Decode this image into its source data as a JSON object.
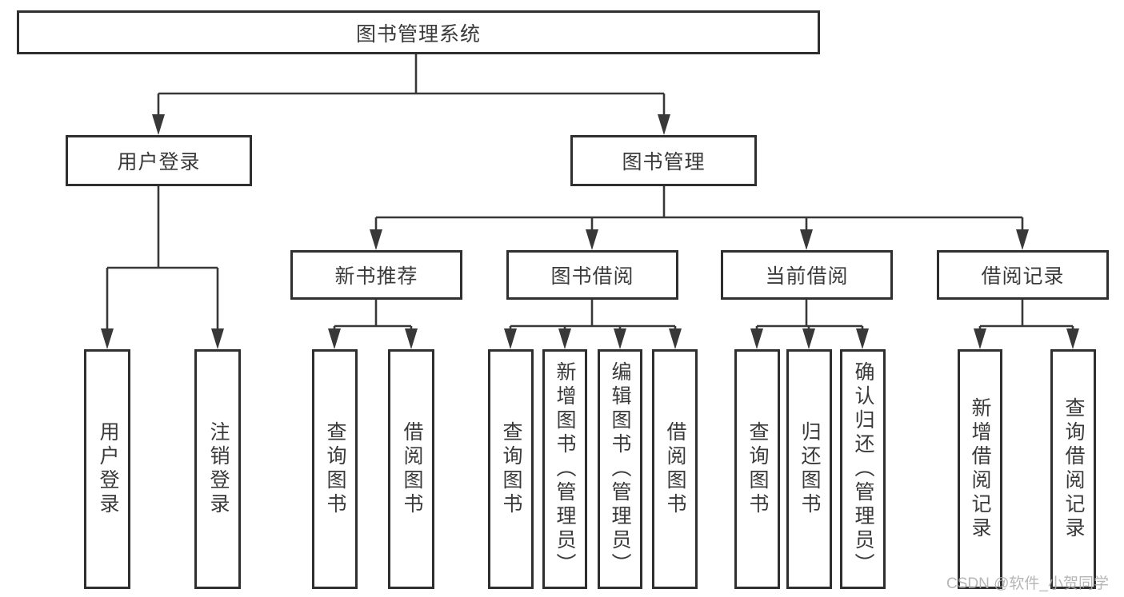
{
  "diagram": {
    "root": {
      "label": "图书管理系统"
    },
    "branches": [
      {
        "label": "用户登录",
        "children": [
          {
            "label": "用户登录"
          },
          {
            "label": "注销登录"
          }
        ]
      },
      {
        "label": "图书管理",
        "children": [
          {
            "label": "新书推荐",
            "children": [
              {
                "label": "查询图书"
              },
              {
                "label": "借阅图书"
              }
            ]
          },
          {
            "label": "图书借阅",
            "children": [
              {
                "label": "查询图书"
              },
              {
                "label": "新增图书（管理员）"
              },
              {
                "label": "编辑图书（管理员）"
              },
              {
                "label": "借阅图书"
              }
            ]
          },
          {
            "label": "当前借阅",
            "children": [
              {
                "label": "查询图书"
              },
              {
                "label": "归还图书"
              },
              {
                "label": "确认归还（管理员）"
              }
            ]
          },
          {
            "label": "借阅记录",
            "children": [
              {
                "label": "新增借阅记录"
              },
              {
                "label": "查询借阅记录"
              }
            ]
          }
        ]
      }
    ]
  },
  "watermark": {
    "text": "CSDN @软件_小贺同学"
  },
  "colors": {
    "line": "#383838",
    "border": "#2f2f2f",
    "text": "#3a3a3a",
    "watermark": "#acacac",
    "background": "#ffffff"
  }
}
